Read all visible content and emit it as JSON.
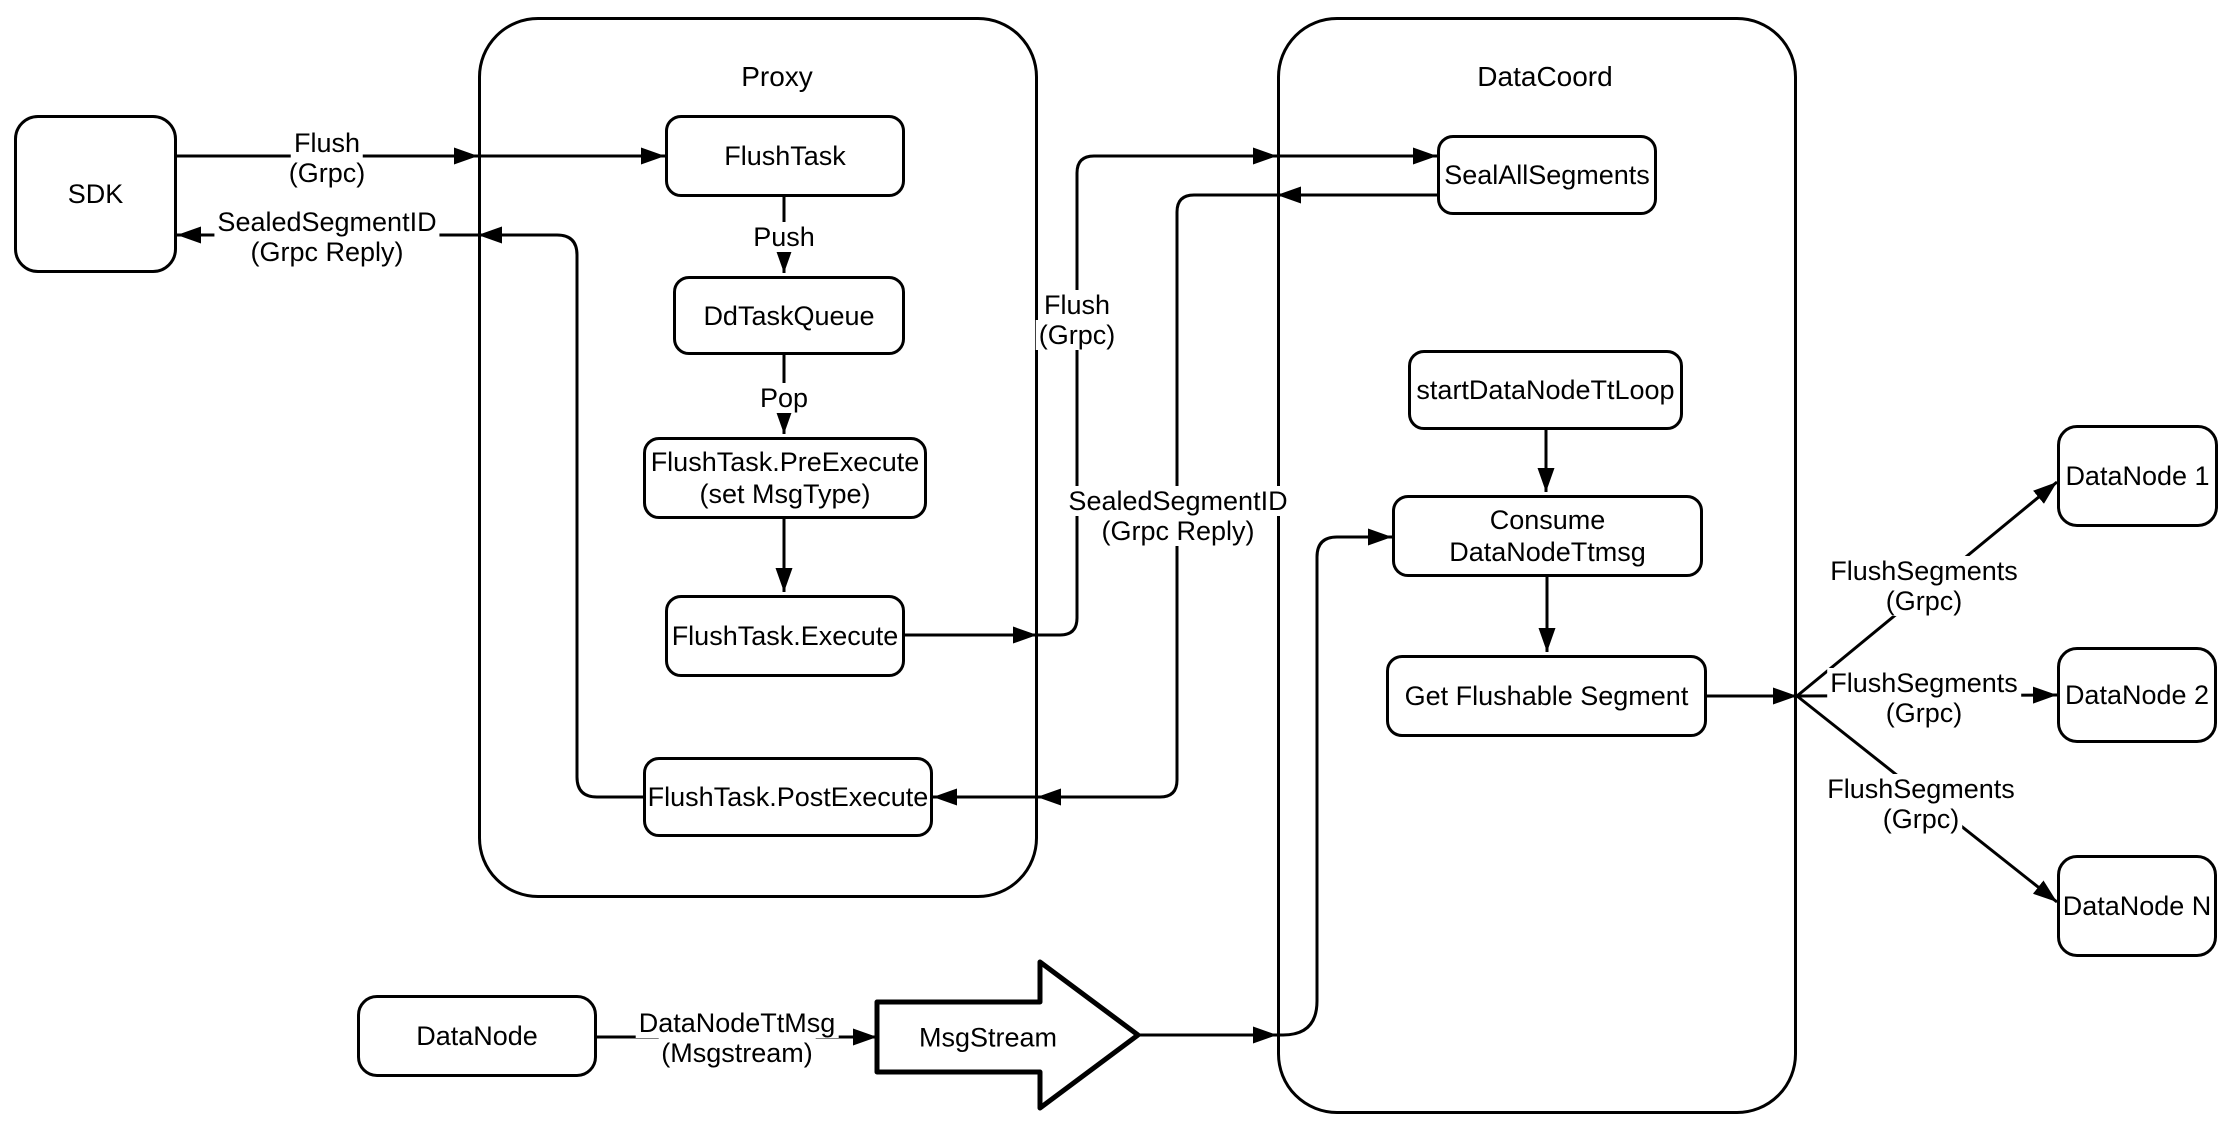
{
  "diagram": {
    "colors": {
      "stroke": "#000000",
      "background": "#ffffff",
      "text": "#000000"
    },
    "containers": {
      "proxy": {
        "title": "Proxy"
      },
      "datacoord": {
        "title": "DataCoord"
      }
    },
    "nodes": {
      "sdk": {
        "label": "SDK"
      },
      "flush_task": {
        "label": "FlushTask"
      },
      "dd_task_queue": {
        "label": "DdTaskQueue"
      },
      "pre_execute": {
        "label": "FlushTask.PreExecute",
        "sublabel": "(set MsgType)"
      },
      "execute": {
        "label": "FlushTask.Execute"
      },
      "post_execute": {
        "label": "FlushTask.PostExecute"
      },
      "seal_all_segments": {
        "label": "SealAllSegments"
      },
      "start_datanode_tt_loop": {
        "label": "startDataNodeTtLoop"
      },
      "consume_datanode_ttmsg": {
        "label": "Consume DataNodeTtmsg"
      },
      "get_flushable_segment": {
        "label": "Get Flushable Segment"
      },
      "datanode_1": {
        "label": "DataNode 1"
      },
      "datanode_2": {
        "label": "DataNode 2"
      },
      "datanode_n": {
        "label": "DataNode N"
      },
      "datanode_source": {
        "label": "DataNode"
      },
      "msgstream": {
        "label": "MsgStream"
      }
    },
    "edge_labels": {
      "flush_sdk_proxy": {
        "line1": "Flush",
        "line2": "(Grpc)"
      },
      "sealed_reply_sdk": {
        "line1": "SealedSegmentID",
        "line2": "(Grpc Reply)"
      },
      "push": {
        "line1": "Push"
      },
      "pop": {
        "line1": "Pop"
      },
      "flush_proxy_datacoord": {
        "line1": "Flush",
        "line2": "(Grpc)"
      },
      "sealed_reply_datacoord": {
        "line1": "SealedSegmentID",
        "line2": "(Grpc Reply)"
      },
      "datanode_ttmsg": {
        "line1": "DataNodeTtMsg",
        "line2": "(Msgstream)"
      },
      "flush_segments_1": {
        "line1": "FlushSegments",
        "line2": "(Grpc)"
      },
      "flush_segments_2": {
        "line1": "FlushSegments",
        "line2": "(Grpc)"
      },
      "flush_segments_3": {
        "line1": "FlushSegments",
        "line2": "(Grpc)"
      }
    }
  }
}
